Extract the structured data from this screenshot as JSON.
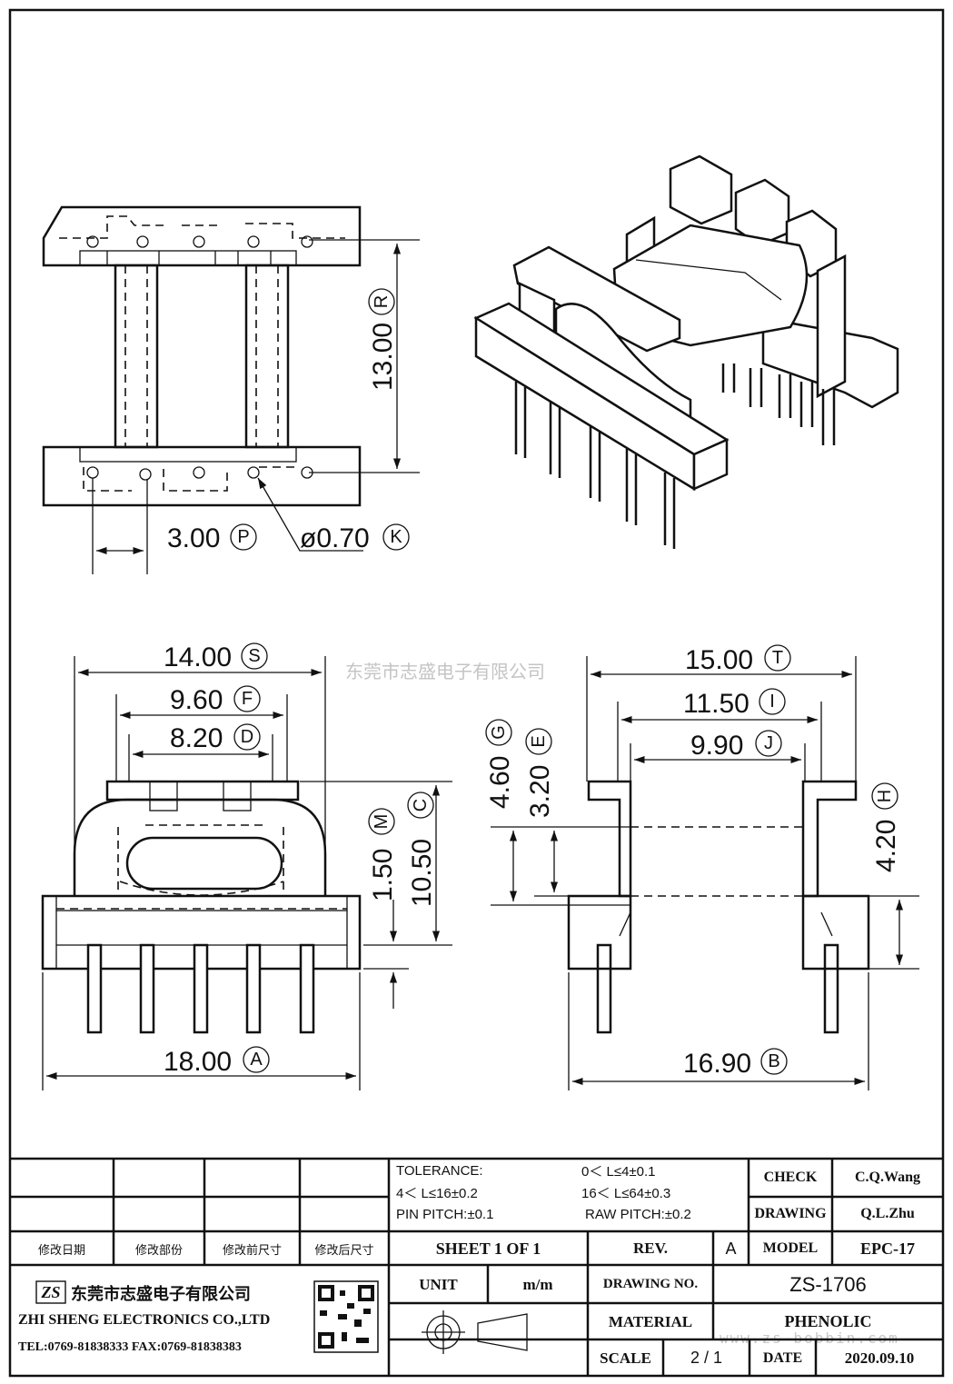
{
  "dimensions": {
    "r": {
      "value": "13.00",
      "tag": "R"
    },
    "p": {
      "value": "3.00",
      "tag": "P"
    },
    "k": {
      "value": "ø0.70",
      "tag": "K"
    },
    "s": {
      "value": "14.00",
      "tag": "S"
    },
    "f": {
      "value": "9.60",
      "tag": "F"
    },
    "d": {
      "value": "8.20",
      "tag": "D"
    },
    "m": {
      "value": "1.50",
      "tag": "M"
    },
    "c": {
      "value": "10.50",
      "tag": "C"
    },
    "a": {
      "value": "18.00",
      "tag": "A"
    },
    "t": {
      "value": "15.00",
      "tag": "T"
    },
    "i": {
      "value": "11.50",
      "tag": "I"
    },
    "j": {
      "value": "9.90",
      "tag": "J"
    },
    "g": {
      "value": "4.60",
      "tag": "G"
    },
    "e": {
      "value": "3.20",
      "tag": "E"
    },
    "h": {
      "value": "4.20",
      "tag": "H"
    },
    "b": {
      "value": "16.90",
      "tag": "B"
    }
  },
  "watermark": {
    "company": "东莞市志盛电子有限公司",
    "site": "www.zs-bobbin.com"
  },
  "title_block": {
    "tolerance_label": "TOLERANCE:",
    "tol_1": "0＜ L≤4±0.1",
    "tol_2": "4＜ L≤16±0.2",
    "tol_3": "16＜ L≤64±0.3",
    "pin_pitch": "PIN PITCH:±0.1",
    "raw_pitch": "RAW PITCH:±0.2",
    "check_label": "CHECK",
    "check_value": "C.Q.Wang",
    "drawing_label": "DRAWING",
    "drawing_value": "Q.L.Zhu",
    "rev_headers": [
      "修改日期",
      "修改部份",
      "修改前尺寸",
      "修改后尺寸"
    ],
    "sheet": "SHEET  1  OF  1",
    "rev_label": "REV.",
    "rev_value": "A",
    "model_label": "MODEL",
    "model_value": "EPC-17",
    "unit_label": "UNIT",
    "unit_value": "m/m",
    "drawing_no_label": "DRAWING  NO.",
    "drawing_no_value": "ZS-1706",
    "material_label": "MATERIAL",
    "material_value": "PHENOLIC",
    "scale_label": "SCALE",
    "scale_value": "2  /  1",
    "date_label": "DATE",
    "date_value": "2020.09.10",
    "company_cn": "东莞市志盛电子有限公司",
    "company_en": "ZHI SHENG  ELECTRONICS CO.,LTD",
    "contact": "TEL:0769-81838333 FAX:0769-81838383",
    "logo_text": "ZS"
  }
}
